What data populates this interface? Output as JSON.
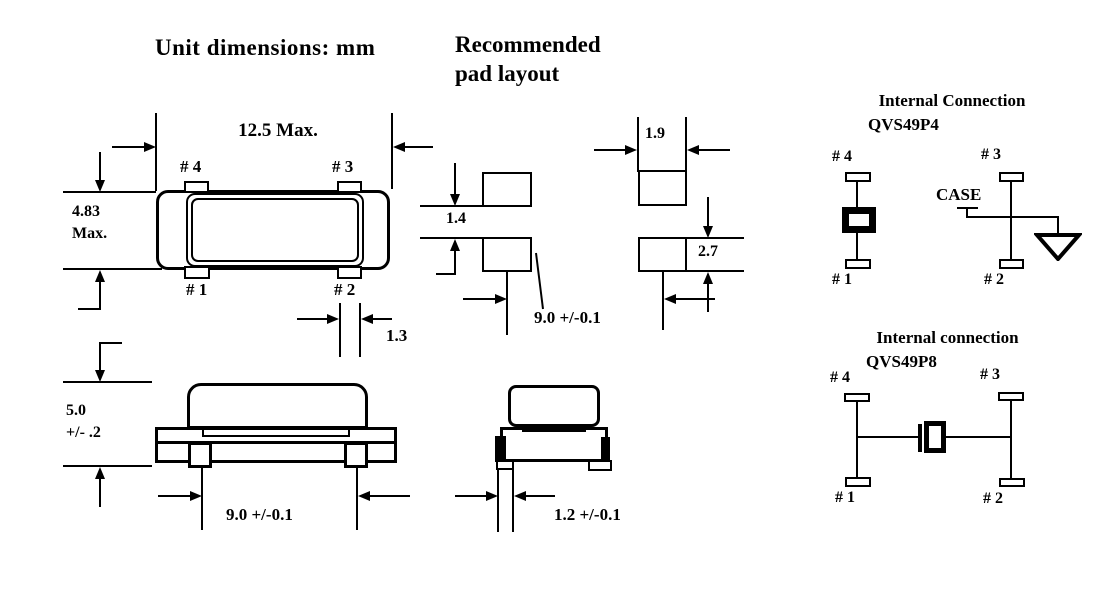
{
  "titles": {
    "unit_dimensions": "Unit dimensions: mm",
    "pad_layout_line1": "Recommended",
    "pad_layout_line2": "pad layout"
  },
  "top_view": {
    "width_max": "12.5 Max.",
    "height_line1": "4.83",
    "height_line2": "Max.",
    "pad_width": "1.3",
    "pin4": "# 4",
    "pin3": "# 3",
    "pin1": "# 1",
    "pin2": "# 2"
  },
  "pad_layout": {
    "row_gap": "1.4",
    "pad_width": "1.9",
    "pad_height": "2.7",
    "pad_pitch": "9.0 +/-0.1"
  },
  "front_view": {
    "height_line1": "5.0",
    "height_line2": "+/- .2",
    "lead_pitch": "9.0 +/-0.1"
  },
  "end_view": {
    "lead_width": "1.2 +/-0.1"
  },
  "qvs49p4": {
    "title_line1": "Internal Connection",
    "title_line2": "QVS49P4",
    "pin4": "# 4",
    "pin3": "# 3",
    "pin1": "# 1",
    "pin2": "# 2",
    "case_label": "CASE"
  },
  "qvs49p8": {
    "title_line1": "Internal connection",
    "title_line2": "QVS49P8",
    "pin4": "# 4",
    "pin3": "# 3",
    "pin1": "# 1",
    "pin2": "# 2"
  },
  "colors": {
    "ink": "#000000",
    "background": "#ffffff"
  }
}
